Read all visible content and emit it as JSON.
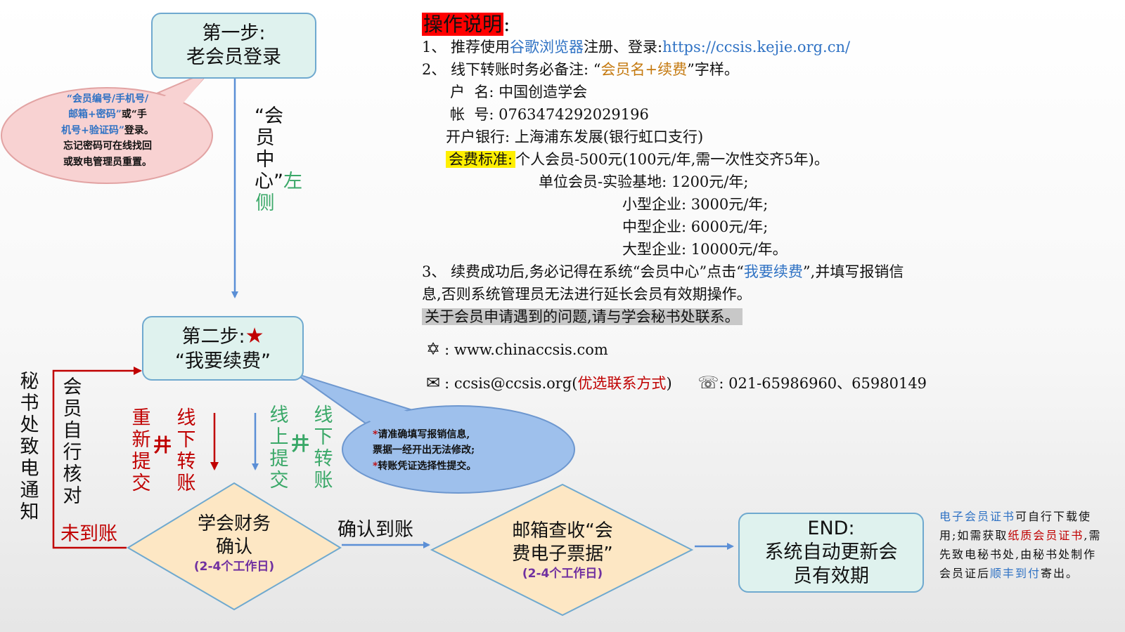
{
  "step1": {
    "line1": "第一步:",
    "line2": "老会员登录"
  },
  "bubble1": {
    "line1": "“会员编号/手机号/",
    "line2": "邮箱+密码”",
    "line2b": "或“手",
    "line3": "机号+验证码”",
    "line3b": "登录。",
    "line4": "忘记密码可在线找回",
    "line5": "或致电管理员重置。"
  },
  "arrow1_label": {
    "part1": "“会员中心”",
    "part2": "左侧"
  },
  "step2": {
    "line1": "第二步:",
    "star": "★",
    "line2": "“我要续费”"
  },
  "left_labels": {
    "secretary": "秘书处致电通知",
    "self_check": "会员自行核对",
    "not_received": "未到账"
  },
  "red_path": {
    "resubmit": "重新提交",
    "hash": "井",
    "offline": "线下转账"
  },
  "green_path": {
    "online": "线上提交",
    "hash": "井",
    "offline": "线下转账"
  },
  "bubble2": {
    "star": "*",
    "line1": "请准确填写报销信息,",
    "line2": "票据一经开出无法修改;",
    "line3": "转账凭证选择性提交。"
  },
  "diamond1": {
    "line1": "学会财务",
    "line2": "确认",
    "days": "(2-4个工作日)"
  },
  "confirm_label": "确认到账",
  "diamond2": {
    "line1": "邮箱查收“会",
    "line2": "费电子票据”",
    "days": "(2-4个工作日)"
  },
  "end_box": {
    "line1": "END:",
    "line2": "系统自动更新会",
    "line3": "员有效期"
  },
  "note": {
    "p1": "电子会员证书",
    "p2": "可自行下载使用;如需获取",
    "p3": "纸质会员证书",
    "p4": ",需先致电秘书处,由秘书处制作会员证后",
    "p5": "顺丰到付",
    "p6": "寄出。"
  },
  "instructions": {
    "title": "操作说明",
    "colon": ":",
    "l1_pre": "1、 推荐使用",
    "l1_browser": "谷歌浏览器",
    "l1_mid": "注册、登录:",
    "l1_url": "https://ccsis.kejie.org.cn/",
    "l2_pre": "2、 线下转账时务必备注: “",
    "l2_remark": "会员名+续费",
    "l2_post": "”字样。",
    "account_name": "户  名: 中国创造学会",
    "account_no": "帐  号: 0763474292029196",
    "bank": "开户银行: 上海浦东发展(银行虹口支行)",
    "fee_label": "会费标准:",
    "fee_personal": "个人会员-500元(100元/年,需一次性交齐5年)。",
    "fee_unit": "单位会员-实验基地: 1200元/年;",
    "fee_small": "小型企业: 3000元/年;",
    "fee_medium": "中型企业: 6000元/年;",
    "fee_large": "大型企业: 10000元/年。",
    "l3_pre": "3、 续费成功后,务必记得在系统“会员中心”点击“",
    "l3_link": "我要续费",
    "l3_post": "”,并填写报销信",
    "l3_cont": "息,否则系统管理员无法进行延长会员有效期操作。",
    "contact_note": "关于会员申请遇到的问题,请与学会秘书处联系。",
    "web_icon": "✡",
    "web": ": www.chinaccsis.com",
    "mail_icon": "✉",
    "mail": ": ccsis@ccsis.org(",
    "mail_pref": "优选联系方式",
    "mail_close": ")",
    "phone_icon": "☏",
    "phone": ": 021-65986960、65980149"
  },
  "colors": {
    "box_fill": "#dff2ee",
    "box_border": "#6fa9cf",
    "diamond_fill": "#fde7c4",
    "bubble1_fill": "#f8d2d2",
    "bubble2_fill": "#9ec0ec",
    "red": "#c00000",
    "green": "#3aa868",
    "blue": "#2f72c4"
  }
}
